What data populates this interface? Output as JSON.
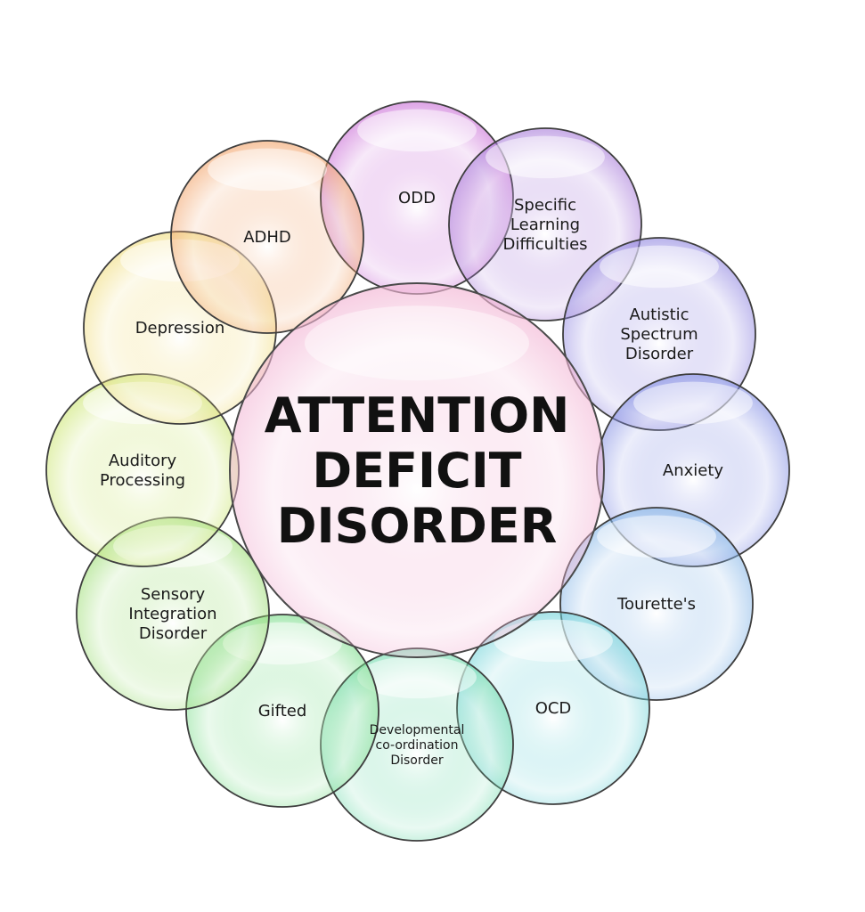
{
  "center": {
    "lines": [
      "ATTENTION",
      "DEFICIT",
      "DISORDER"
    ],
    "color": "#f3b8d6"
  },
  "outer": [
    {
      "id": "odd",
      "lines": [
        "ODD"
      ],
      "color": "#c96bd6"
    },
    {
      "id": "specific-learning-difficulties",
      "lines": [
        "Specific",
        "Learning",
        "Difficulties"
      ],
      "color": "#a77ad9"
    },
    {
      "id": "autistic-spectrum-disorder",
      "lines": [
        "Autistic",
        "Spectrum",
        "Disorder"
      ],
      "color": "#8f85e0"
    },
    {
      "id": "anxiety",
      "lines": [
        "Anxiety"
      ],
      "color": "#7f8be3"
    },
    {
      "id": "tourettes",
      "lines": [
        "Tourette's"
      ],
      "color": "#7fb2e6"
    },
    {
      "id": "ocd",
      "lines": [
        "OCD"
      ],
      "color": "#6fd3d8"
    },
    {
      "id": "developmental-coordination-disorder",
      "lines": [
        "Developmental",
        "co-ordination",
        "Disorder"
      ],
      "color": "#6ad9a9"
    },
    {
      "id": "gifted",
      "lines": [
        "Gifted"
      ],
      "color": "#77dc87"
    },
    {
      "id": "sensory-integration-disorder",
      "lines": [
        "Sensory",
        "Integration",
        "Disorder"
      ],
      "color": "#98dc6e"
    },
    {
      "id": "auditory-processing",
      "lines": [
        "Auditory",
        "Processing"
      ],
      "color": "#c9e46a"
    },
    {
      "id": "depression",
      "lines": [
        "Depression"
      ],
      "color": "#f0dc7a"
    },
    {
      "id": "adhd",
      "lines": [
        "ADHD"
      ],
      "color": "#f2a268"
    }
  ]
}
